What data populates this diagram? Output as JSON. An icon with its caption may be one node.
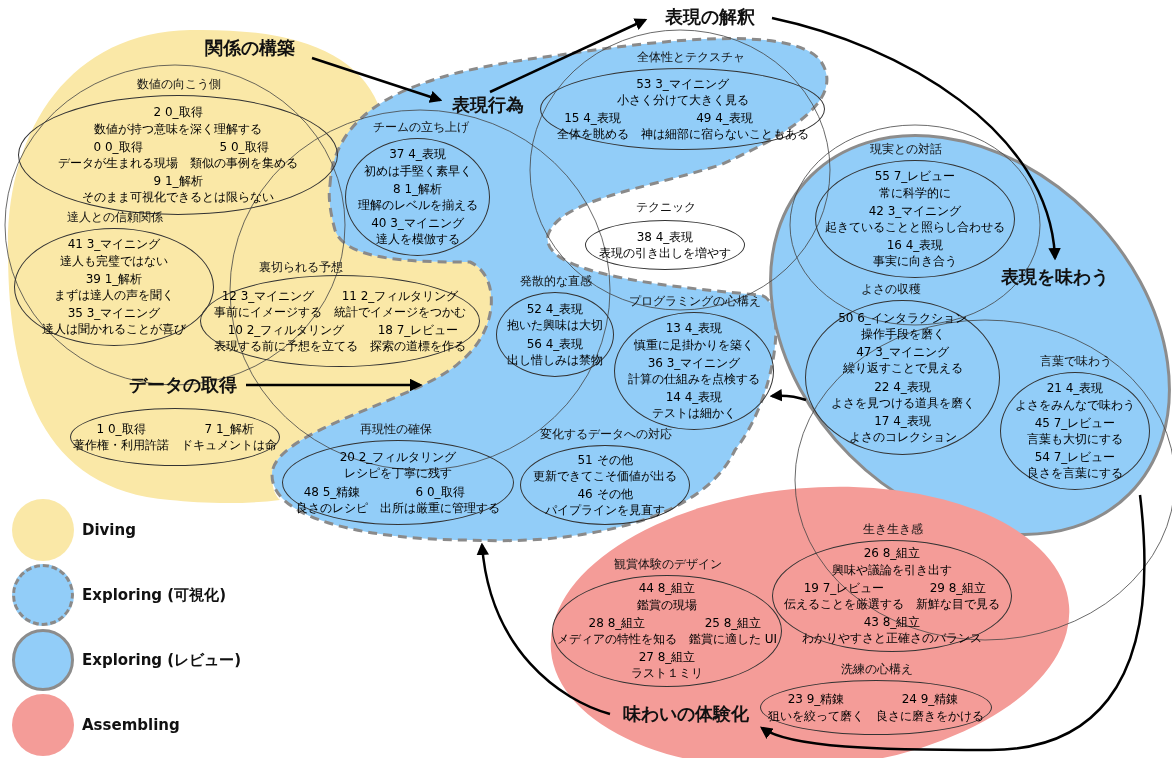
{
  "diagram": {
    "nodes": [
      {
        "text": [],
        "shape": "cloud"
      },
      {
        "text": [
          "関係の構築"
        ],
        "in": 0
      },
      {
        "text": [
          "数値の向こう側",
          "2 0_取得",
          "数値が持つ意味を深く理解する",
          "0 0_取得",
          "データが生まれる現場",
          "5 0_取得",
          "類似の事例を集める",
          "9 1_解析",
          "そのまま可視化できるとは限らない"
        ],
        "in": 0
      },
      {
        "text": [
          "達人との信頼関係",
          "41 3_マイニング",
          "達人も完璧ではない",
          "39 1_解析",
          "まずは達人の声を聞く",
          "35 3_マイニング",
          "達人は聞かれることが喜び"
        ],
        "in": 0
      },
      {
        "text": [
          "裏切られる予想",
          "12 3_マイニング",
          "事前にイメージする",
          "11 2_フィルタリング",
          "統計でイメージをつかむ",
          "10 2_フィルタリング",
          "表現する前に予想を立てる",
          "18 7_レビュー",
          "探索の道標を作る"
        ],
        "in": 0
      },
      {
        "text": [
          "データの取得"
        ],
        "in": 0
      },
      {
        "text": [
          "1 0_取得",
          "著作権・利用許諾",
          "7 1_解析",
          "ドキュメントは命"
        ],
        "in": 0
      },
      {
        "text": [],
        "shape": "cloud"
      },
      {
        "text": [
          "表現行為"
        ],
        "in": 7
      },
      {
        "text": [
          "チームの立ち上げ",
          "37 4_表現",
          "初めは手堅く素早く",
          "8 1_解析",
          "理解のレベルを揃える",
          "40 3_マイニング",
          "達人を模倣する"
        ],
        "in": 7
      },
      {
        "text": [
          "表現の解釈"
        ]
      },
      {
        "text": [
          "全体性とテクスチャ",
          "53 3_マイニング",
          "小さく分けて大きく見る",
          "15 4_表現",
          "全体を眺める",
          "49 4_表現",
          "神は細部に宿らないこともある"
        ],
        "in": 7
      },
      {
        "text": [
          "テクニック",
          "38 4_表現",
          "表現の引き出しを増やす"
        ]
      },
      {
        "text": [
          "発散的な直感",
          "52 4_表現",
          "抱いた興味は大切",
          "56 4_表現",
          "出し惜しみは禁物"
        ],
        "in": 7
      },
      {
        "text": [
          "プログラミングの心構え",
          "13 4_表現",
          "慎重に足掛かりを築く",
          "36 3_マイニング",
          "計算の仕組みを点検する",
          "14 4_表現",
          "テストは細かく"
        ],
        "in": 7
      },
      {
        "text": [
          "再現性の確保",
          "20 2_フィルタリング",
          "レシピを丁寧に残す",
          "48 5_精錬",
          "良さのレシピ",
          "6 0_取得",
          "出所は厳重に管理する"
        ],
        "in": 7
      },
      {
        "text": [
          "変化するデータへの対応",
          "51 その他",
          "更新できてこそ価値が出る",
          "46 その他",
          "パイプラインを見直す"
        ],
        "in": 7
      },
      {
        "text": [],
        "shape": "ellipse"
      },
      {
        "text": [
          "表現を味わう"
        ],
        "in": 17
      },
      {
        "text": [
          "現実との対話",
          "55 7_レビュー",
          "常に科学的に",
          "42 3_マイニング",
          "起きていることと照らし合わせる",
          "16 4_表現",
          "事実に向き合う"
        ],
        "in": 17
      },
      {
        "text": [
          "よさの収穫",
          "50 6_インタラクション",
          "操作手段を磨く",
          "47 3_マイニング",
          "繰り返すことで見える",
          "22 4_表現",
          "よさを見つける道具を磨く",
          "17 4_表現",
          "よさのコレクション"
        ],
        "in": 17
      },
      {
        "text": [
          "言葉で味わう",
          "21 4_表現",
          "よさをみんなで味わう",
          "45 7_レビュー",
          "言葉も大切にする",
          "54 7_レビュー",
          "良さを言葉にする"
        ],
        "in": 17
      },
      {
        "text": [],
        "shape": "ellipse"
      },
      {
        "text": [
          "生き生き感",
          "26 8_組立",
          "興味や議論を引き出す",
          "19 7_レビュー",
          "伝えることを厳選する",
          "29 8_組立",
          "新鮮な目で見る",
          "43 8_組立",
          "わかりやすさと正確さのバランス"
        ],
        "in": 22
      },
      {
        "text": [
          "観賞体験のデザイン",
          "44 8_組立",
          "鑑賞の現場",
          "28 8_組立",
          "メディアの特性を知る",
          "25 8_組立",
          "鑑賞に適した UI",
          "27 8_組立",
          "ラスト１ミリ"
        ],
        "in": 22
      },
      {
        "text": [
          "洗練の心構え",
          "23 9_精錬",
          "狙いを絞って磨く",
          "24 9_精錬",
          "良さに磨きをかける"
        ],
        "in": 22
      },
      {
        "text": [
          "味わいの体験化"
        ],
        "in": 22
      }
    ],
    "edges": [
      {
        "from": 1,
        "to": 8,
        "arrow": "to"
      },
      {
        "from": 8,
        "to": 10,
        "arrow": "to"
      },
      {
        "from": 10,
        "to": 18,
        "arrow": "to"
      },
      {
        "from": 17,
        "to": 26,
        "arrow": "to"
      },
      {
        "from": 26,
        "to": 7,
        "arrow": "to"
      },
      {
        "from": 5,
        "to": 7,
        "arrow": "to"
      },
      {
        "from": 17,
        "to": 7,
        "arrow": "to"
      }
    ],
    "legend": [
      {
        "text": "Diving",
        "color": "#fae8a7"
      },
      {
        "text": "Exploring (可視化)",
        "color": "#92cdf8"
      },
      {
        "text": "Exploring (レビュー)",
        "color": "#92cdf8"
      },
      {
        "text": "Assembling",
        "color": "#f49c98"
      }
    ]
  }
}
